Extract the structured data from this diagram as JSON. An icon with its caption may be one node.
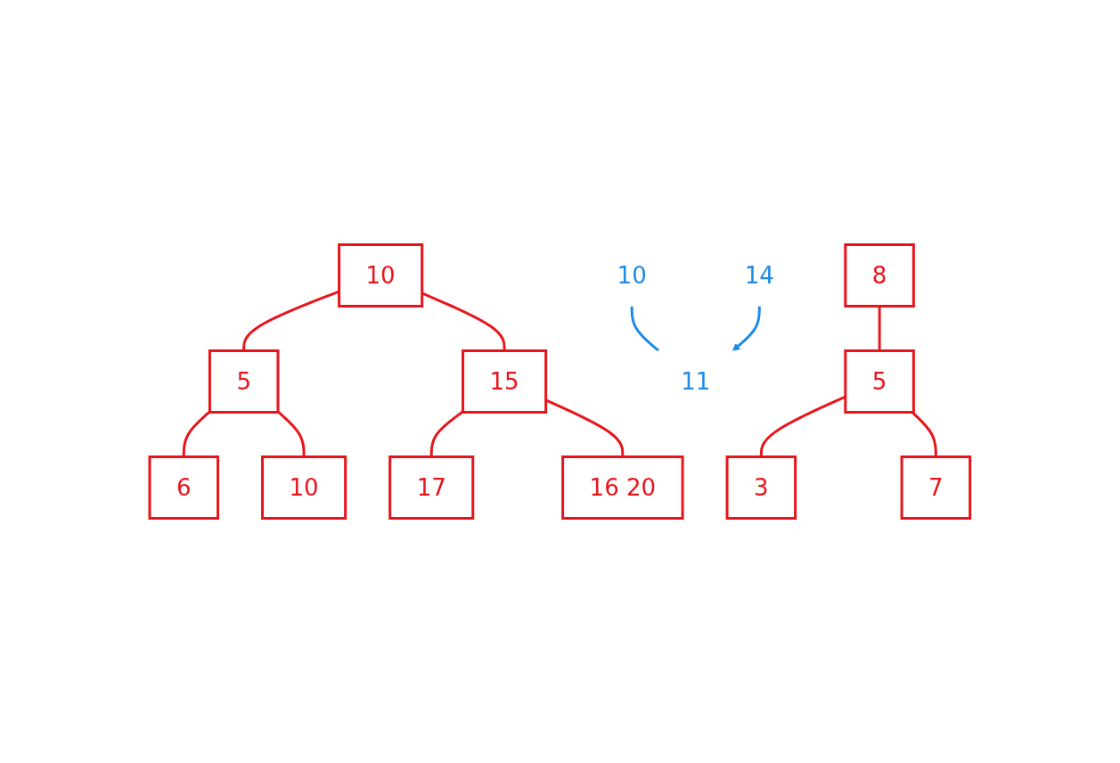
{
  "diagram": {
    "nodes": [
      {
        "text": [
          "10"
        ]
      },
      {
        "text": [
          "5"
        ]
      },
      {
        "text": [
          "15"
        ]
      },
      {
        "text": [
          "6"
        ]
      },
      {
        "text": [
          "10"
        ]
      },
      {
        "text": [
          "17"
        ]
      },
      {
        "text": [
          "11"
        ]
      },
      {
        "text": [
          "10"
        ]
      },
      {
        "text": [
          "14"
        ]
      },
      {
        "text": [
          "8"
        ]
      },
      {
        "text": [
          "5"
        ]
      },
      {
        "text": [
          "3"
        ]
      },
      {
        "text": [
          "7"
        ]
      },
      {
        "text": [
          "16 20"
        ]
      }
    ],
    "edges": [
      {
        "from": 0,
        "to": 1,
        "arrow": "none"
      },
      {
        "from": 0,
        "to": 2,
        "arrow": "none"
      },
      {
        "from": 1,
        "to": 3,
        "arrow": "none"
      },
      {
        "from": 1,
        "to": 4,
        "arrow": "none"
      },
      {
        "from": 2,
        "to": 5,
        "arrow": "none"
      },
      {
        "from": 2,
        "to": 13,
        "arrow": "none"
      },
      {
        "from": 7,
        "to": 6,
        "arrow": "none",
        "color": "#1e8ae6"
      },
      {
        "from": 8,
        "to": 6,
        "arrow": "to",
        "color": "#1e8ae6"
      },
      {
        "from": 9,
        "to": 10,
        "arrow": "none"
      },
      {
        "from": 10,
        "to": 11,
        "arrow": "none"
      },
      {
        "from": 10,
        "to": 12,
        "arrow": "none"
      }
    ]
  }
}
